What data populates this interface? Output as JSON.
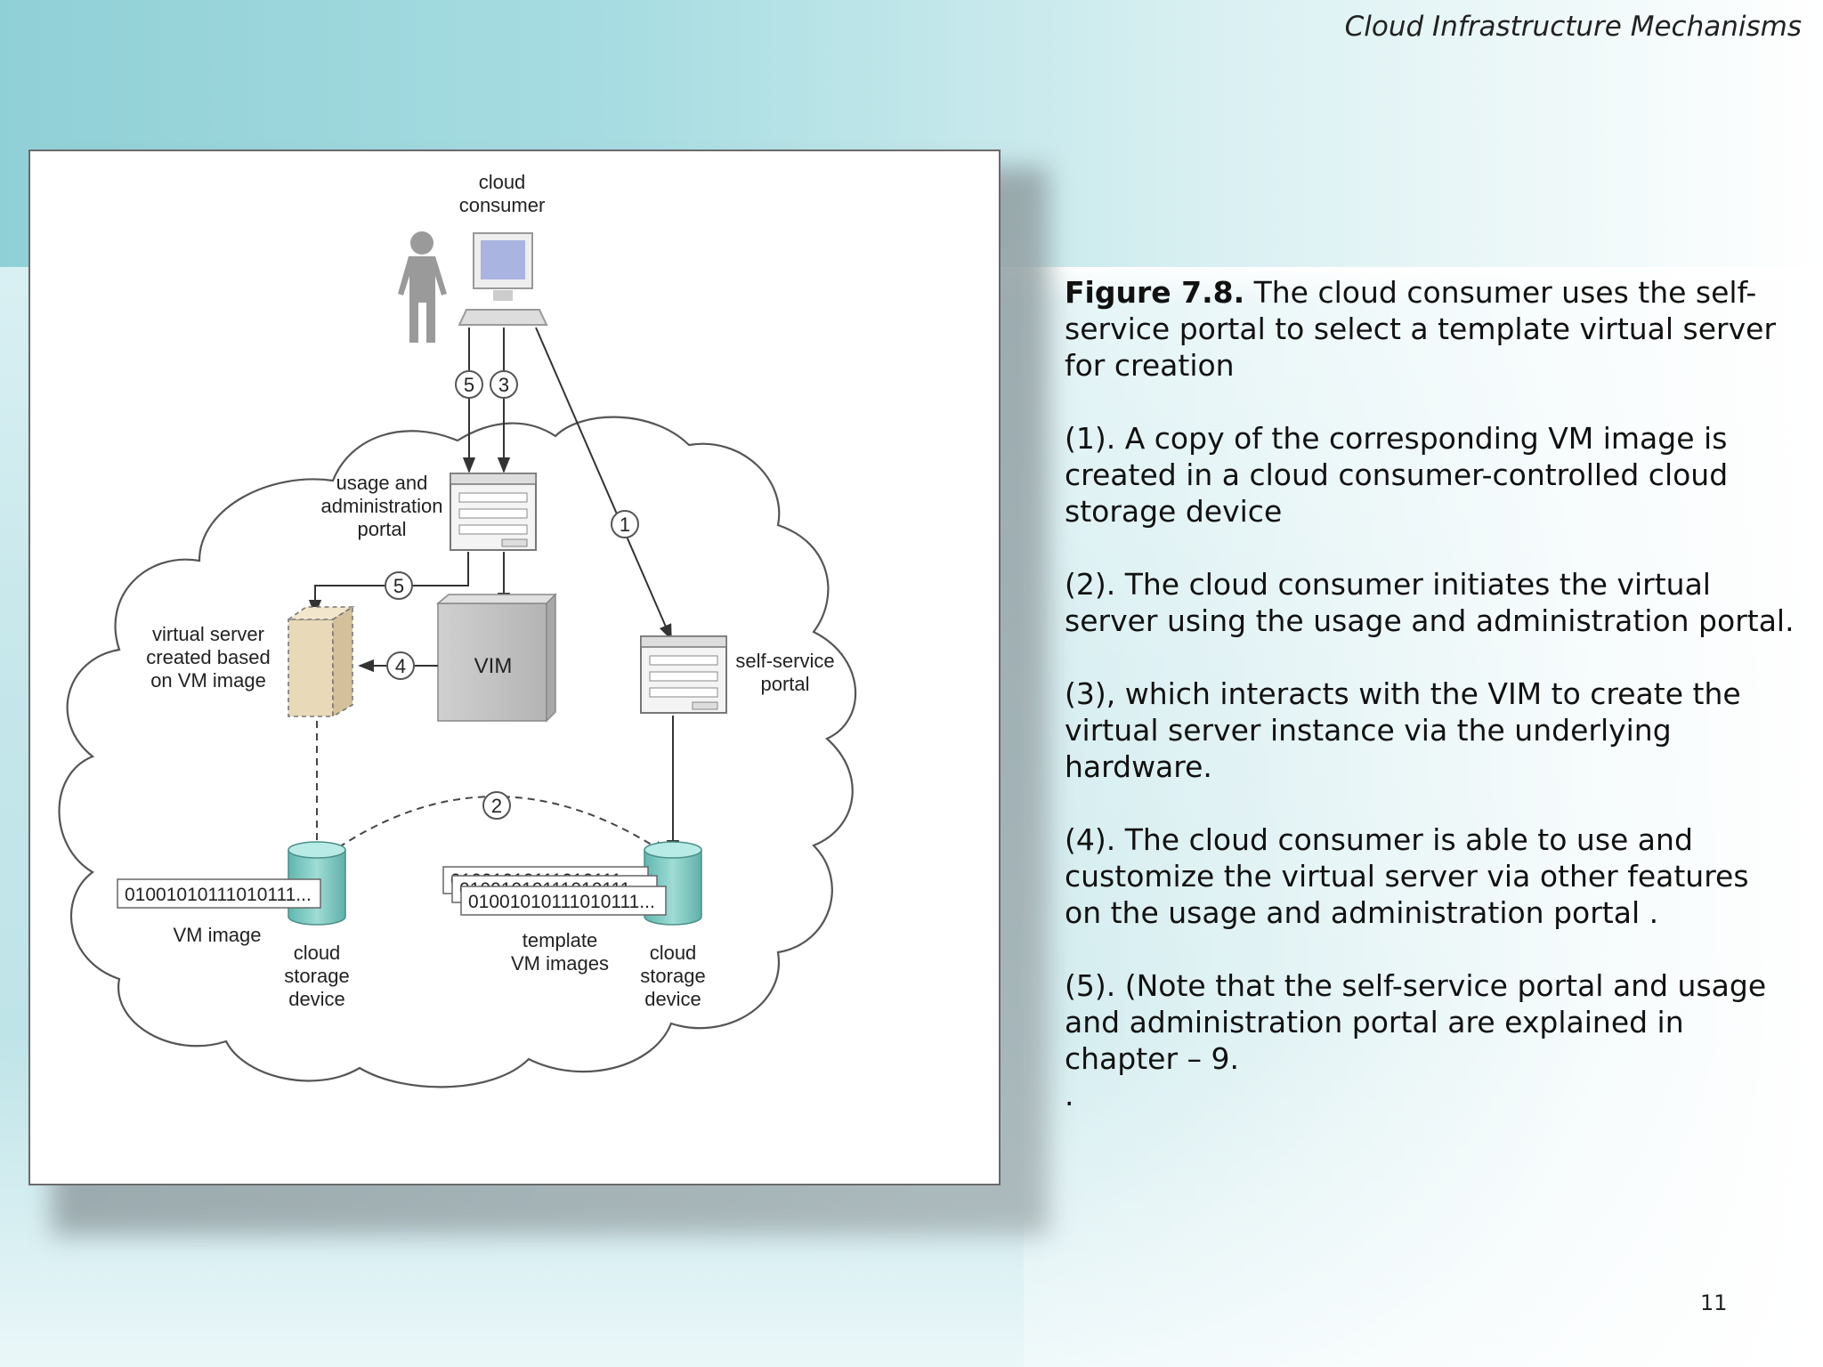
{
  "header": {
    "title": "Cloud Infrastructure Mechanisms"
  },
  "figure": {
    "labels": {
      "cloud_consumer_1": "cloud",
      "cloud_consumer_2": "consumer",
      "usage_portal_1": "usage and",
      "usage_portal_2": "administration",
      "usage_portal_3": "portal",
      "virtual_server_1": "virtual server",
      "virtual_server_2": "created based",
      "virtual_server_3": "on VM image",
      "vim": "VIM",
      "self_service_1": "self-service",
      "self_service_2": "portal",
      "binary": "01001010111010111...",
      "binary_back_1": "01001010111010111...",
      "binary_back_2": "01001010111010111...",
      "vm_image": "VM image",
      "storage_left_1": "cloud",
      "storage_left_2": "storage",
      "storage_left_3": "device",
      "template_1": "template",
      "template_2": "VM images",
      "storage_right_1": "cloud",
      "storage_right_2": "storage",
      "storage_right_3": "device"
    },
    "steps": {
      "s1": "1",
      "s2": "2",
      "s3": "3",
      "s4": "4",
      "s5a": "5",
      "s5b": "5"
    }
  },
  "text": {
    "caption_bold": "Figure 7.8.",
    "caption_rest": " The cloud consumer uses the self-service portal to select a template virtual server for creation",
    "p1": "(1). A copy of the corresponding VM image is created in a cloud consumer-controlled cloud storage device",
    "p2": " (2). The cloud consumer initiates the virtual server using the usage and administration portal.",
    "p3": "(3), which interacts with the VIM to create the virtual server instance via the underlying hardware.",
    "p4": "(4). The cloud consumer is able to use and customize the virtual server via other features on the usage and administration portal .",
    "p5": "(5). (Note that the self-service portal and usage and administration portal are explained in chapter – 9.",
    "p6": "."
  },
  "page_number": "11"
}
